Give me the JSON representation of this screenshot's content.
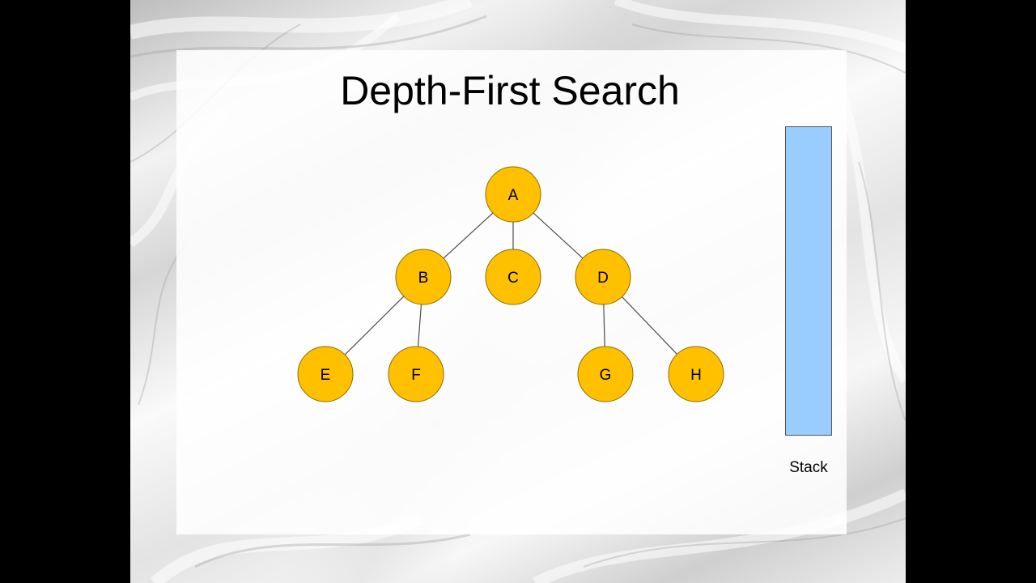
{
  "slide": {
    "title": "Depth-First Search",
    "stack_label": "Stack",
    "colors": {
      "node_fill": "#ffc000",
      "node_stroke": "#8a6d00",
      "edge": "#4d4d4d",
      "stack_fill": "#99ccff"
    }
  },
  "graph": {
    "nodes": [
      {
        "id": "A",
        "label": "A"
      },
      {
        "id": "B",
        "label": "B"
      },
      {
        "id": "C",
        "label": "C"
      },
      {
        "id": "D",
        "label": "D"
      },
      {
        "id": "E",
        "label": "E"
      },
      {
        "id": "F",
        "label": "F"
      },
      {
        "id": "G",
        "label": "G"
      },
      {
        "id": "H",
        "label": "H"
      }
    ],
    "edges": [
      {
        "from": "A",
        "to": "B"
      },
      {
        "from": "A",
        "to": "C"
      },
      {
        "from": "A",
        "to": "D"
      },
      {
        "from": "B",
        "to": "E"
      },
      {
        "from": "B",
        "to": "F"
      },
      {
        "from": "D",
        "to": "G"
      },
      {
        "from": "D",
        "to": "H"
      }
    ]
  }
}
